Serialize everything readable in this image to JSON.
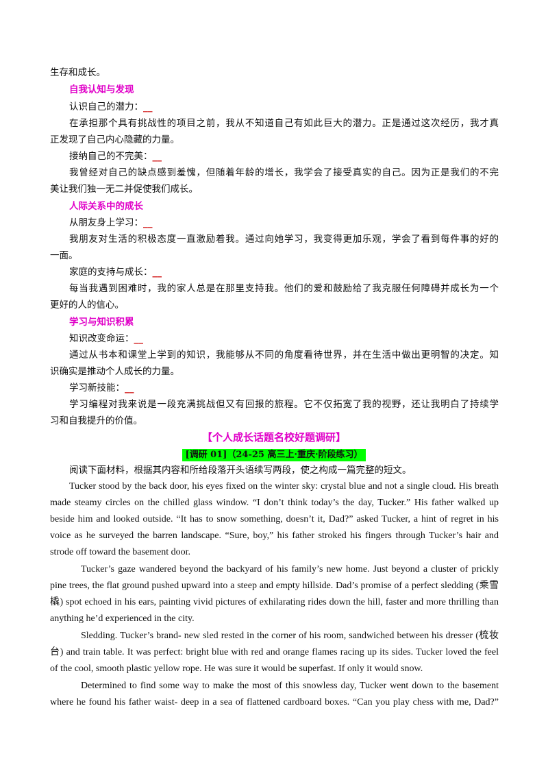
{
  "intro_tail": "生存和成长。",
  "sections": [
    {
      "heading": "自我认知与发现",
      "items": [
        {
          "label": "认识自己的潜力：",
          "blank": "__",
          "lines": [
            "在承担那个具有挑战性的项目之前，我从不知道自己有如此巨大的潜力。正是通过这次经历，我才真",
            "正发现了自己内心隐藏的力量。"
          ]
        },
        {
          "label": "接纳自己的不完美：",
          "blank": "__",
          "lines": [
            "我曾经对自己的缺点感到羞愧，但随着年龄的增长，我学会了接受真实的自己。因为正是我们的不完",
            "美让我们独一无二并促使我们成长。"
          ]
        }
      ]
    },
    {
      "heading": "人际关系中的成长",
      "items": [
        {
          "label": "从朋友身上学习：",
          "blank": "__",
          "lines": [
            "我朋友对生活的积极态度一直激励着我。通过向她学习，我变得更加乐观，学会了看到每件事的好的",
            "一面。"
          ]
        },
        {
          "label": "家庭的支持与成长：",
          "blank": "__",
          "lines": [
            "每当我遇到困难时，我的家人总是在那里支持我。他们的爱和鼓励给了我克服任何障碍并成长为一个",
            "更好的人的信心。"
          ]
        }
      ]
    },
    {
      "heading": "学习与知识积累",
      "items": [
        {
          "label": "知识改变命运：",
          "blank": "__",
          "lines": [
            "通过从书本和课堂上学到的知识，我能够从不同的角度看待世界，并在生活中做出更明智的决定。知",
            "识确实是推动个人成长的力量。"
          ]
        },
        {
          "label": "学习新技能：",
          "blank": "__",
          "lines": [
            "学习编程对我来说是一段充满挑战但又有回报的旅程。它不仅拓宽了我的视野，还让我明白了持续学",
            "习和自我提升的价值。"
          ]
        }
      ]
    }
  ],
  "research_title": "【个人成长话题名校好题调研】",
  "research_tag": "[调研 01]（24-25 高三上·重庆·阶段练习）",
  "instruction": "阅读下面材料，根据其内容和所给段落开头语续写两段，使之构成一篇完整的短文。",
  "story": [
    [
      "Tucker stood by the back door, his eyes fixed on the winter sky: crystal blue and not a single cloud. His breath",
      "made steamy circles on the chilled glass window. “I don’t think today’s the day, Tucker.” His father walked up",
      "beside him and looked outside. “It has to snow something, doesn’t it, Dad?” asked Tucker, a hint of regret in his",
      "voice as he surveyed the barren landscape. “Sure, boy,” his father stroked his fingers through Tucker’s hair and",
      "strode off toward the basement door."
    ],
    [
      "Tucker’s gaze wandered beyond the backyard of his family’s new home. Just beyond a cluster of prickly",
      "pine trees, the flat ground pushed upward into a steep and empty hillside. Dad’s promise of a perfect sledding (乘雪",
      "橇) spot echoed in his ears, painting vivid pictures of exhilarating rides down the hill, faster and more thrilling than",
      "anything he’d experienced in the city."
    ],
    [
      "Sledding. Tucker’s brand- new sled rested in the corner of his room, sandwiched between his dresser (梳妆",
      "台) and train table. It was perfect: bright blue with red and orange flames racing up its sides. Tucker loved the feel",
      "of the cool, smooth plastic yellow rope. He was sure it would be superfast. If only it would snow."
    ],
    [
      "Determined to find some way to make the most of this snowless day, Tucker went down to the basement",
      "where he found his father waist- deep in a sea of flattened cardboard boxes. “Can you play chess with me, Dad?”"
    ]
  ]
}
